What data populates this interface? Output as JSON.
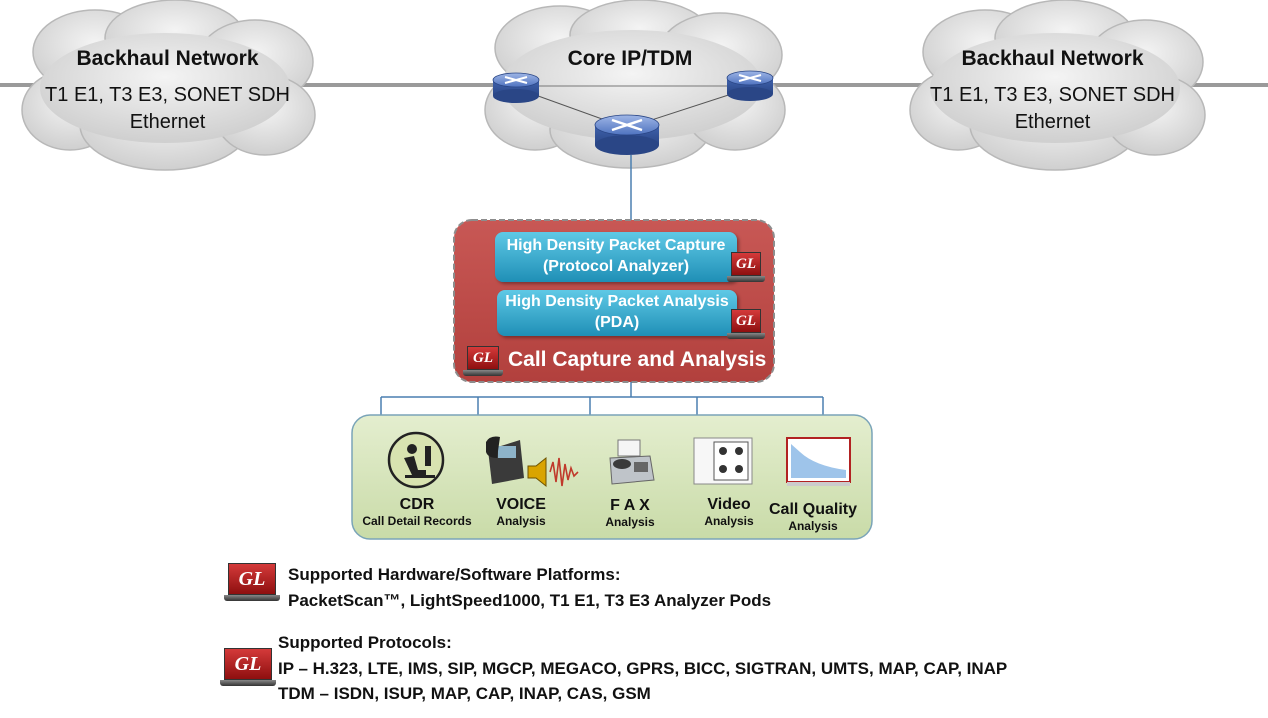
{
  "clouds": {
    "left": {
      "title": "Backhaul Network",
      "line1": "T1 E1, T3 E3, SONET SDH",
      "line2": "Ethernet"
    },
    "center": {
      "title": "Core IP/TDM"
    },
    "right": {
      "title": "Backhaul Network",
      "line1": "T1 E1, T3 E3, SONET SDH",
      "line2": "Ethernet"
    }
  },
  "capture_box": {
    "item1": {
      "line1": "High Density Packet Capture",
      "line2": "(Protocol Analyzer)"
    },
    "item2": {
      "line1": "High Density Packet Analysis",
      "line2": "(PDA)"
    },
    "title": "Call Capture and Analysis"
  },
  "tools": [
    {
      "label": "CDR",
      "sub": "Call Detail Records",
      "icon": "cdr-user-icon"
    },
    {
      "label": "VOICE",
      "sub": "Analysis",
      "icon": "phone-speaker-icon"
    },
    {
      "label": "F A X",
      "sub": "Analysis",
      "icon": "fax-machine-icon"
    },
    {
      "label": "Video",
      "sub": "Analysis",
      "icon": "video-people-icon"
    },
    {
      "label": "Call Quality",
      "sub": "Analysis",
      "icon": "quality-chart-icon"
    }
  ],
  "gl_logo": "GL",
  "platforms": {
    "heading": "Supported Hardware/Software Platforms:",
    "list": "PacketScan™, LightSpeed1000, T1 E1, T3 E3 Analyzer Pods"
  },
  "protocols": {
    "heading": "Supported Protocols:",
    "ip": "IP – H.323, LTE, IMS, SIP, MGCP, MEGACO, GPRS, BICC, SIGTRAN, UMTS, MAP, CAP, INAP",
    "tdm": "TDM – ISDN, ISUP, MAP, CAP, INAP, CAS, GSM"
  },
  "colors": {
    "cloud": "#d9d9d9",
    "capture_box": "#c0504d",
    "tools_box": "#d7e4bd",
    "module": "#31a6cf",
    "gl_red": "#b22222"
  }
}
